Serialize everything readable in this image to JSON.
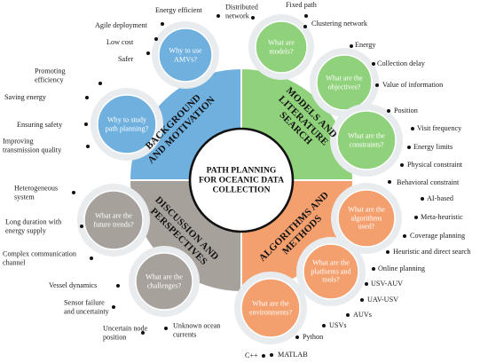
{
  "title": "PATH PLANNING\nFOR OCEANIC DATA\nCOLLECTION",
  "colors": {
    "background_motivation": "#6fb0df",
    "models_literature": "#90d27c",
    "algorithms_methods": "#f4a06e",
    "discussion_perspectives": "#a7a19c",
    "bubble_ring": "#e9ecef",
    "outline": "#ffffff"
  },
  "quadrants": {
    "tl": {
      "label": "BACKGROUND\nAND MOTIVATION",
      "bubbles": {
        "b1": {
          "question": "Why to use\nAMVs?",
          "items": [
            "Energy efficient",
            "Agile deployment",
            "Low cost",
            "Safer"
          ]
        },
        "b2": {
          "question": "Why to study\npath planning?",
          "items": [
            "Promoting\nefficiency",
            "Saving energy",
            "Ensuring safety",
            "Improving\ntransmission quality"
          ]
        }
      }
    },
    "tr": {
      "label": "MODELS AND\nLITERATURE\nSEARCH",
      "bubbles": {
        "b1": {
          "question": "What are\nmodels?",
          "items": [
            "Distributed\nnetwork",
            "Fixed path",
            "Clustering network"
          ]
        },
        "b2": {
          "question": "What are the\nobjectives?",
          "items": [
            "Energy",
            "Collection delay",
            "Value of information"
          ]
        },
        "b3": {
          "question": "What are the\nconstraints?",
          "items": [
            "Position",
            "Visit frequency",
            "Energy limits",
            "Physical constraint",
            "Behavioral constraint"
          ]
        }
      }
    },
    "br": {
      "label": "ALGORITHMS AND\nMETHODS",
      "bubbles": {
        "b1": {
          "question": "What are the\nalgorithms\nused?",
          "items": [
            "AI-based",
            "Meta-heuristic",
            "Coverage planning",
            "Heuristic and direct search",
            "Online planning"
          ]
        },
        "b2": {
          "question": "What are the\nplatforms and\ntools?",
          "items": [
            "USV-AUV",
            "UAV-USV",
            "AUVs",
            "USVs"
          ]
        },
        "b3": {
          "question": "What are the\nenvironments?",
          "items": [
            "Python",
            "MATLAB",
            "C++"
          ]
        }
      }
    },
    "bl": {
      "label": "DISCUSSION AND\nPERSPECTIVES",
      "bubbles": {
        "b1": {
          "question": "What are the\nfuture trends?",
          "items": [
            "Heterogeneous\nsystem",
            "Long duration with\nenergy supply",
            "Complex communication\nchannel"
          ]
        },
        "b2": {
          "question": "What are the\nchallenges?",
          "items": [
            "Vessel dynamics",
            "Sensor failure\nand uncertainty",
            "Uncertain node\nposition",
            "Unknown ocean\ncurrents"
          ]
        }
      }
    }
  }
}
